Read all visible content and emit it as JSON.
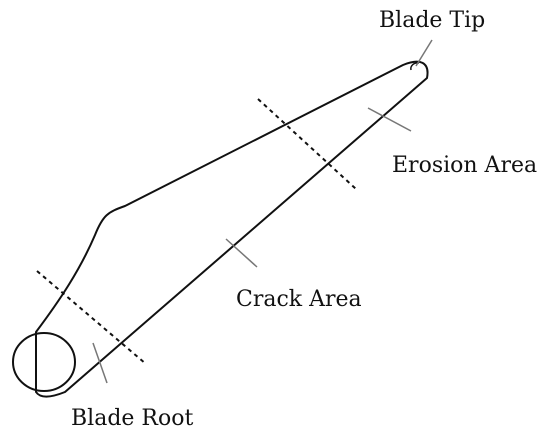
{
  "labels": {
    "blade_tip": "Blade Tip",
    "erosion_area": "Erosion Area",
    "crack_area": "Crack Area",
    "blade_root": "Blade Root"
  },
  "colors": {
    "outline": "#111111",
    "leader": "#777777",
    "background": "#ffffff"
  }
}
